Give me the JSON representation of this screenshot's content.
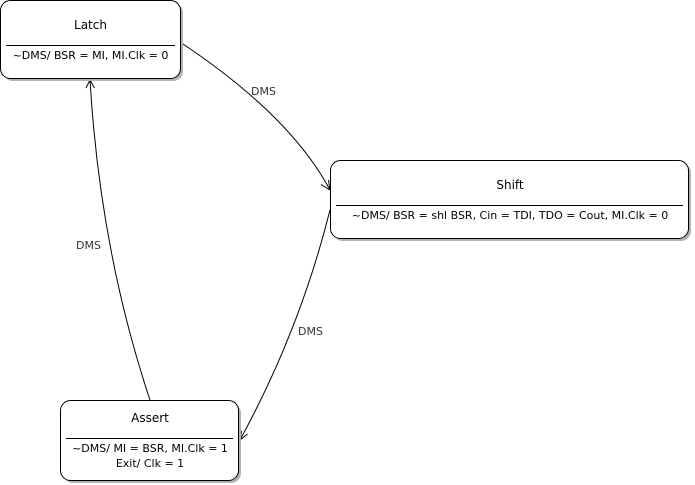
{
  "diagram": {
    "states": {
      "latch": {
        "name": "Latch",
        "actions": [
          "~DMS/ BSR = MI, MI.Clk = 0"
        ]
      },
      "shift": {
        "name": "Shift",
        "actions": [
          "~DMS/ BSR = shl BSR, Cin = TDI, TDO = Cout, MI.Clk = 0"
        ]
      },
      "assert": {
        "name": "Assert",
        "actions": [
          "~DMS/ MI = BSR, MI.Clk = 1",
          "Exit/ Clk = 1"
        ]
      }
    },
    "transitions": [
      {
        "from": "Latch",
        "to": "Shift",
        "label": "DMS"
      },
      {
        "from": "Shift",
        "to": "Assert",
        "label": "DMS"
      },
      {
        "from": "Assert",
        "to": "Latch",
        "label": "DMS"
      }
    ]
  }
}
